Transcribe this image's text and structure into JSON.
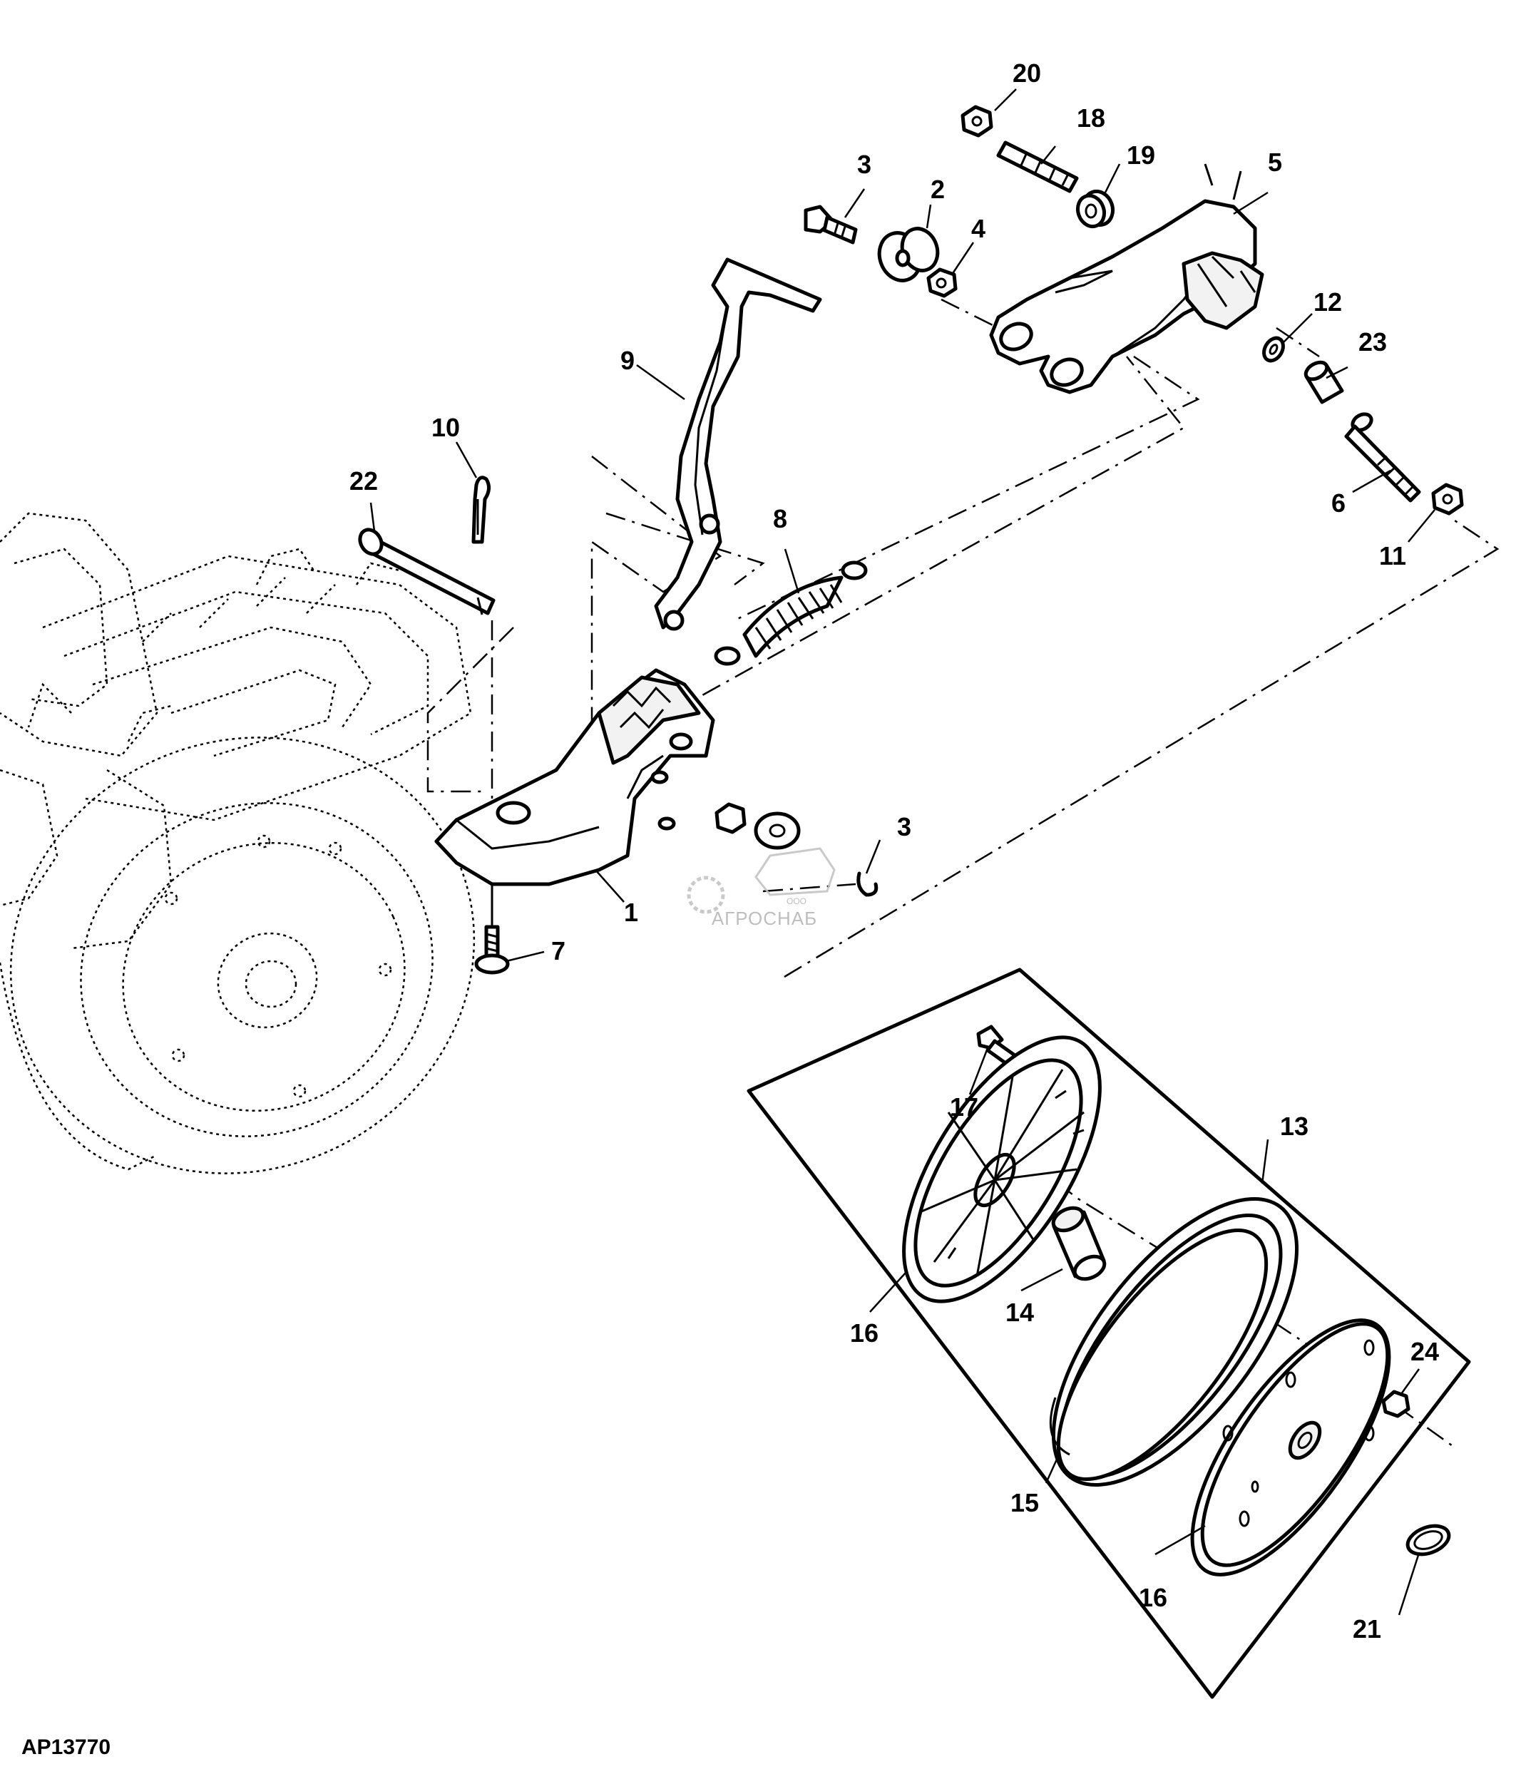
{
  "diagram": {
    "figure_id": "AP13770",
    "callouts": {
      "c1": "1",
      "c2": "2",
      "c3a": "3",
      "c3b": "3",
      "c4": "4",
      "c5": "5",
      "c6": "6",
      "c7": "7",
      "c8": "8",
      "c9": "9",
      "c10": "10",
      "c11": "11",
      "c12": "12",
      "c13": "13",
      "c14": "14",
      "c15": "15",
      "c16a": "16",
      "c16b": "16",
      "c17": "17",
      "c18": "18",
      "c19": "19",
      "c20": "20",
      "c21": "21",
      "c22": "22",
      "c23": "23",
      "c24": "24"
    },
    "watermark": {
      "brand": "АГРОСНАБ",
      "prefix": "ООО"
    }
  }
}
